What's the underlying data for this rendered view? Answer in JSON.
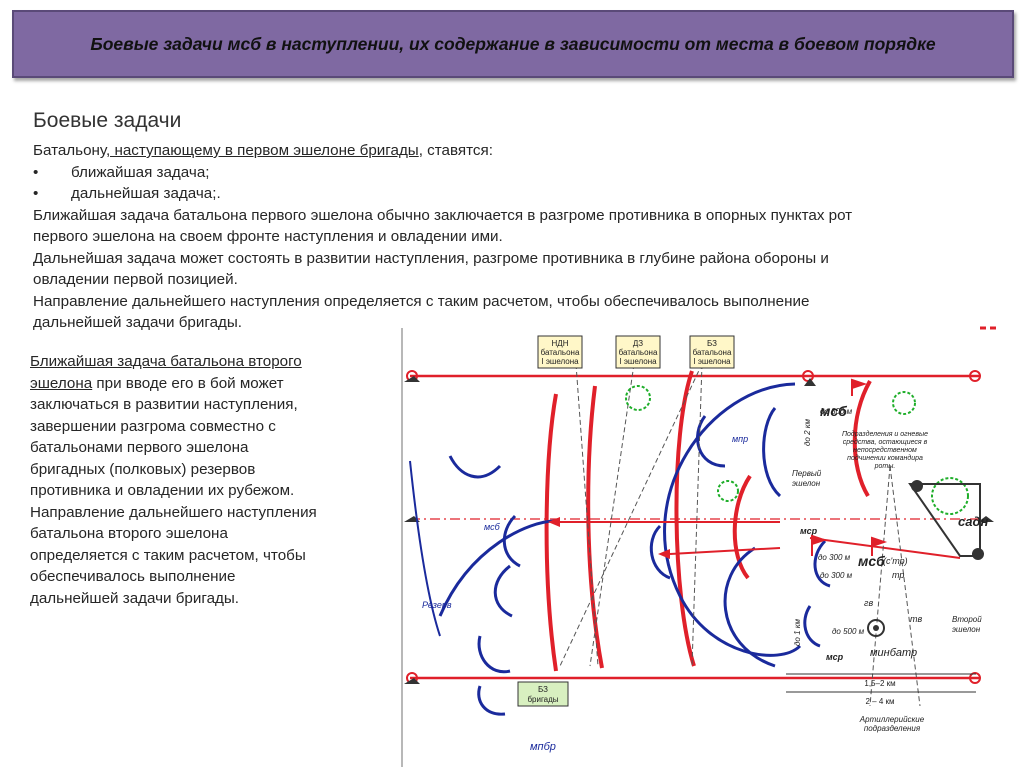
{
  "slide_title": "Боевые задачи мсб в наступлении, их содержание в зависимости от места в боевом порядке",
  "section_title": "Боевые задачи",
  "intro": {
    "start": "Батальону",
    "underlined": ", наступающему в первом эшелоне бригады",
    "end": ", ставятся:"
  },
  "bullets": [
    {
      "mark": "•",
      "text": "ближайшая задача;"
    },
    {
      "mark": "•",
      "text": "дальнейшая задача;."
    }
  ],
  "paragraph_lines": [
    "Ближайшая задача батальона первого эшелона обычно заключается в разгроме противника  в опорных пунктах рот",
    "первого эшелона на своем фронте наступления  и овладении ими.",
    "Дальнейшая задача может состоять в развитии наступления,  разгроме противника в глубине района обороны и",
    "овладении первой позицией.",
    "Направление дальнейшего  наступления  определяется с таким расчетом, чтобы обеспечивалось  выполнение",
    "дальнейшей задачи бригады."
  ],
  "side_lines": [
    {
      "text": "Ближайшая задача батальона второго",
      "underline": true
    },
    {
      "text": "эшелона",
      "underline": true,
      "tail": " при вводе его в бой может"
    },
    {
      "text": "заключаться в развитии  наступления,"
    },
    {
      "text": "завершении разгрома совместно с"
    },
    {
      "text": "батальонами первого эшелона"
    },
    {
      "text": "бригадных (полковых)  резервов"
    },
    {
      "text": "противника и овладении  их рубежом."
    },
    {
      "text": "Направление дальнейшего наступления"
    },
    {
      "text": "батальона второго эшелона"
    },
    {
      "text": "определяется с таким расчетом, чтобы"
    },
    {
      "text": "обеспечивалось выполнение"
    },
    {
      "text": "дальнейшей задачи бригады."
    }
  ],
  "diagram": {
    "box_ndn": [
      "НДН",
      "батальона",
      "I эшелона"
    ],
    "box_dz": [
      "ДЗ",
      "батальона",
      "I эшелона"
    ],
    "box_bz": [
      "БЗ",
      "батальона",
      "I эшелона"
    ],
    "box_bz_brigady": [
      "БЗ",
      "бригады"
    ],
    "labels": {
      "msb_top": "мсб",
      "msb_mid": "мсб",
      "sadn": "садн",
      "reserve": "Резерв",
      "msb_left": "мсб",
      "mpr": "мпр",
      "mpbr": "мпбр",
      "msr1": "мср",
      "msr2": "мср",
      "tr": "тр",
      "tv": "тв",
      "gv": "гв",
      "minbatr": "минбатр",
      "cmp": "(с'тр)",
      "first_echelon": [
        "Первый",
        "эшелон"
      ],
      "second_echelon": [
        "Второй",
        "эшелон"
      ],
      "artillery_note": [
        "Подразделения и огневые",
        "средства, остающиеся в",
        "непосредственном",
        "подчинении командира",
        "роты."
      ],
      "artillery_units": [
        "Артиллерийские",
        "подразделения"
      ],
      "d300_top": "до 300 м",
      "d2km": "до 2 км",
      "d300_mid": "до 300 м",
      "d300_low": "до 300 м",
      "d500": "до 500 м",
      "d1km": "до 1 км",
      "dist1": "1,5–2 км",
      "dist2": "2 – 4 км"
    },
    "colors": {
      "enemy": "#e0202a",
      "friendly": "#1a2a9c",
      "green": "#1fae2a",
      "box": "#fff7c8",
      "box_green": "#d8f0c0"
    }
  }
}
